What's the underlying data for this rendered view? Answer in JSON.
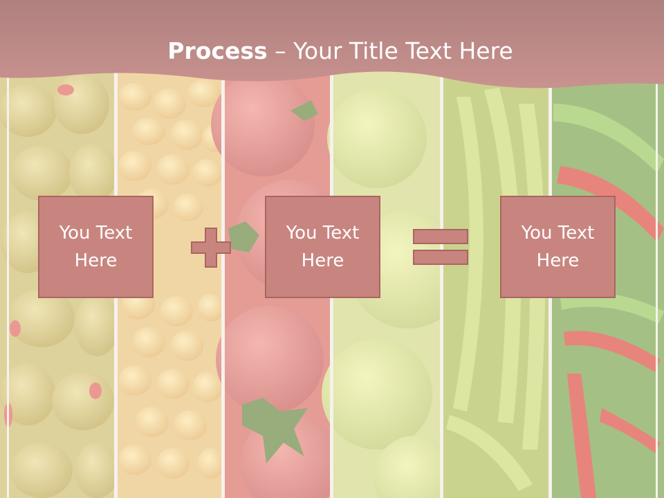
{
  "slide": {
    "title_bold": "Process",
    "title_rest": " – Your Title Text Here",
    "box_1": "You Text Here",
    "box_2": "You Text Here",
    "box_3": "You Text Here",
    "operator_1": "plus-icon",
    "operator_2": "equals-icon"
  },
  "colors": {
    "header": "#9b403c",
    "box_fill": "#c88580",
    "box_border": "#a96560",
    "text": "#ffffff"
  }
}
